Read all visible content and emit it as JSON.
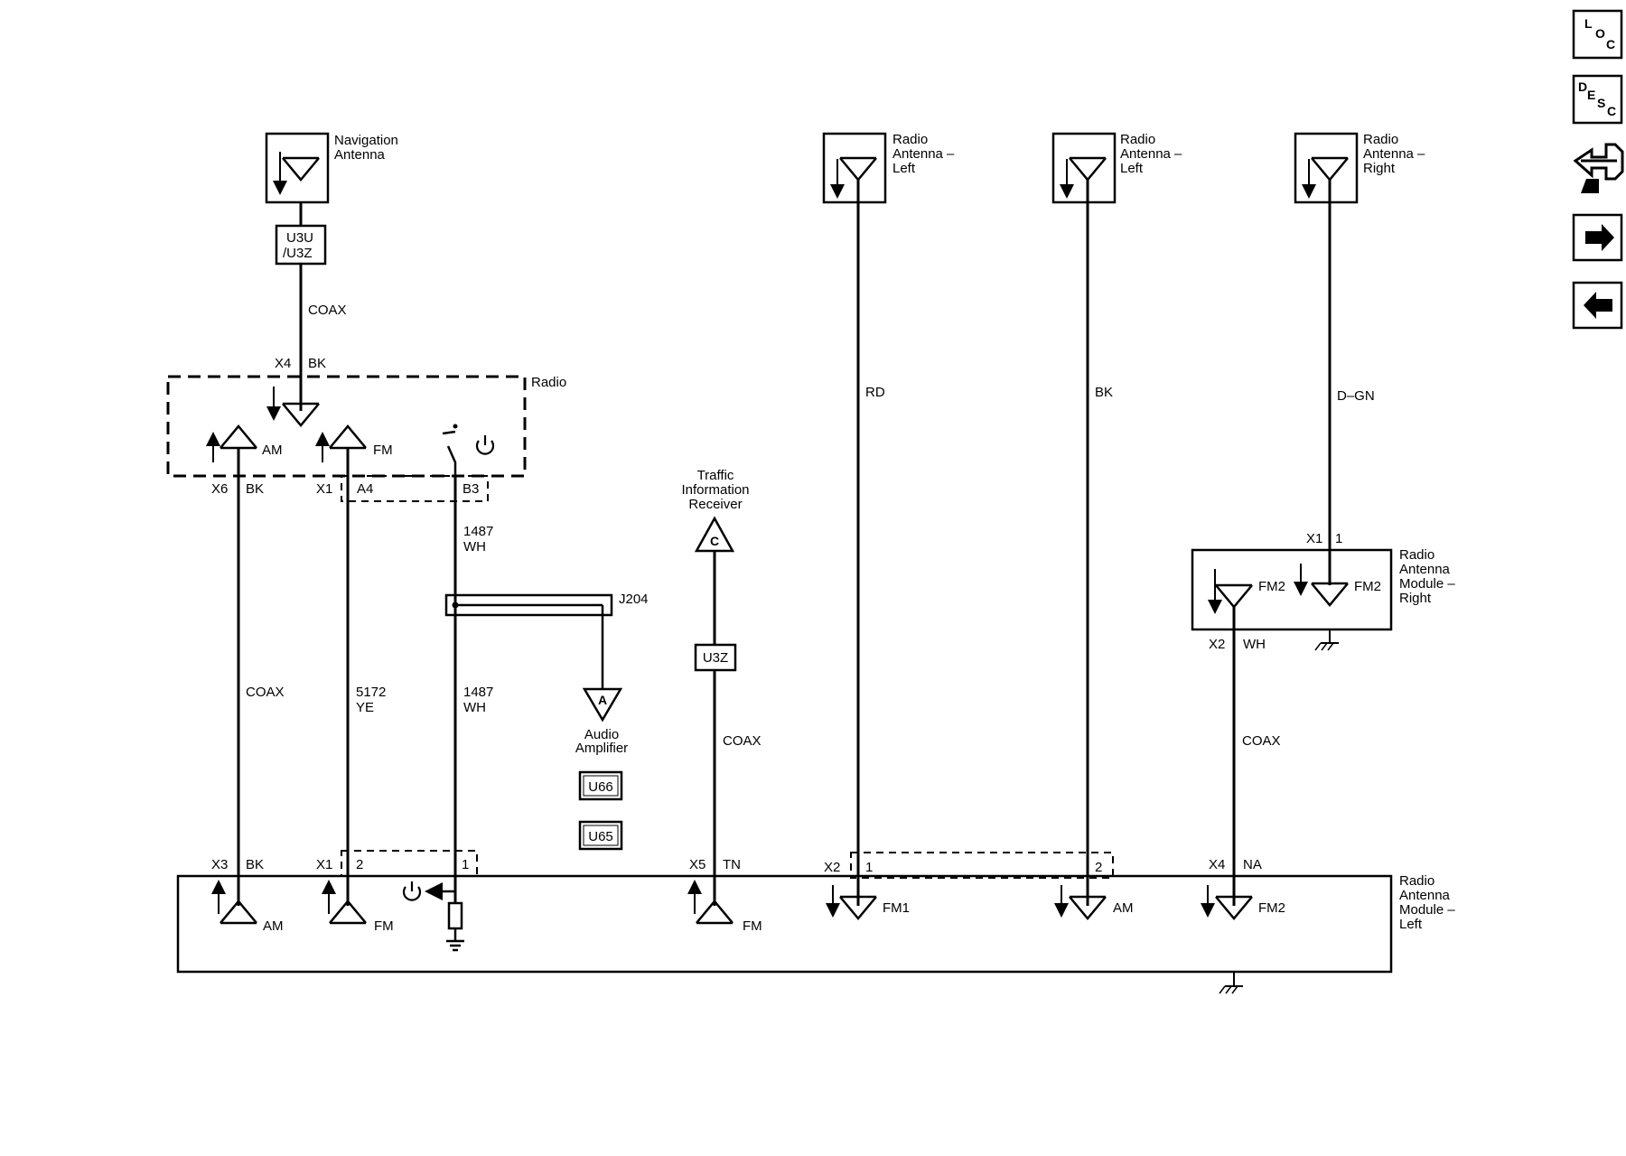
{
  "nav": {
    "loc": {
      "l": "L",
      "o": "O",
      "c": "C"
    },
    "desc": {
      "d": "D",
      "e": "E",
      "s": "S",
      "c": "C"
    }
  },
  "components": {
    "nav_antenna": [
      "Navigation",
      "Antenna"
    ],
    "radio_ant_left_1": [
      "Radio",
      "Antenna –",
      "Left"
    ],
    "radio_ant_left_2": [
      "Radio",
      "Antenna –",
      "Left"
    ],
    "radio_ant_right": [
      "Radio",
      "Antenna –",
      "Right"
    ],
    "radio": "Radio",
    "traffic_receiver": [
      "Traffic",
      "Information",
      "Receiver"
    ],
    "audio_amp": [
      "Audio",
      "Amplifier"
    ],
    "ram_right": [
      "Radio",
      "Antenna",
      "Module –",
      "Right"
    ],
    "ram_left": [
      "Radio",
      "Antenna",
      "Module –",
      "Left"
    ]
  },
  "options": {
    "u3u_u3z": [
      "U3U",
      "/U3Z"
    ],
    "u3z": "U3Z",
    "u66": "U66",
    "u65": "U65"
  },
  "splice": "J204",
  "offpage": {
    "c": "C",
    "a": "A"
  },
  "wires": {
    "coax": "COAX",
    "rd": "RD",
    "bk": "BK",
    "dgn": "D–GN",
    "c5172": "5172",
    "ye": "YE",
    "c1487": "1487",
    "wh": "WH",
    "tn": "TN",
    "na": "NA"
  },
  "connectors": {
    "x1": "X1",
    "x2": "X2",
    "x3": "X3",
    "x4": "X4",
    "x5": "X5",
    "x6": "X6",
    "a4": "A4",
    "b3": "B3",
    "p1": "1",
    "p2": "2"
  },
  "internal": {
    "am": "AM",
    "fm": "FM",
    "fm1": "FM1",
    "fm2": "FM2"
  }
}
